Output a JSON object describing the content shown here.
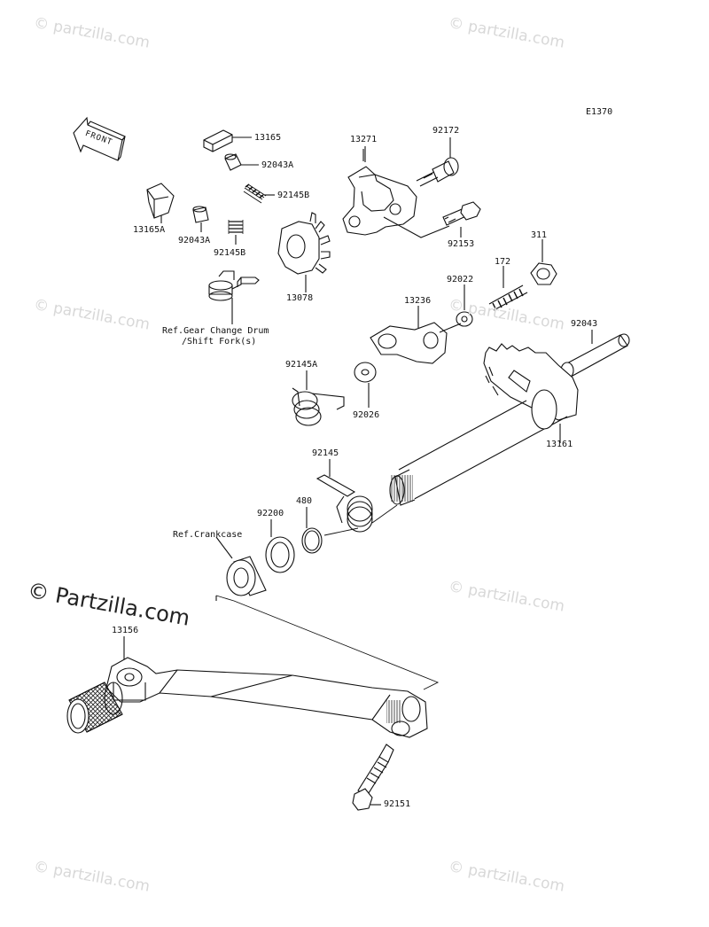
{
  "diagram_code": "E1370",
  "front_label": "FRONT",
  "watermark_small": "© partzilla.com",
  "watermark_big": "© Partzilla.com",
  "parts": [
    {
      "id": "p13165",
      "label": "13165"
    },
    {
      "id": "p92043A_top",
      "label": "92043A"
    },
    {
      "id": "p92145B_top",
      "label": "92145B"
    },
    {
      "id": "p13165A",
      "label": "13165A"
    },
    {
      "id": "p92043A_bot",
      "label": "92043A"
    },
    {
      "id": "p92145B_bot",
      "label": "92145B"
    },
    {
      "id": "p13271",
      "label": "13271"
    },
    {
      "id": "p92172",
      "label": "92172"
    },
    {
      "id": "p92153",
      "label": "92153"
    },
    {
      "id": "p13078",
      "label": "13078"
    },
    {
      "id": "p311",
      "label": "311"
    },
    {
      "id": "p172",
      "label": "172"
    },
    {
      "id": "p92022",
      "label": "92022"
    },
    {
      "id": "p13236",
      "label": "13236"
    },
    {
      "id": "p92043",
      "label": "92043"
    },
    {
      "id": "p92145A",
      "label": "92145A"
    },
    {
      "id": "p92026",
      "label": "92026"
    },
    {
      "id": "p13161",
      "label": "13161"
    },
    {
      "id": "p92145",
      "label": "92145"
    },
    {
      "id": "p92200",
      "label": "92200"
    },
    {
      "id": "p480",
      "label": "480"
    },
    {
      "id": "p13156",
      "label": "13156"
    },
    {
      "id": "p92151",
      "label": "92151"
    }
  ],
  "references": {
    "gear_drum_line1": "Ref.Gear Change Drum",
    "gear_drum_line2": "/Shift Fork(s)",
    "crankcase": "Ref.Crankcase"
  }
}
